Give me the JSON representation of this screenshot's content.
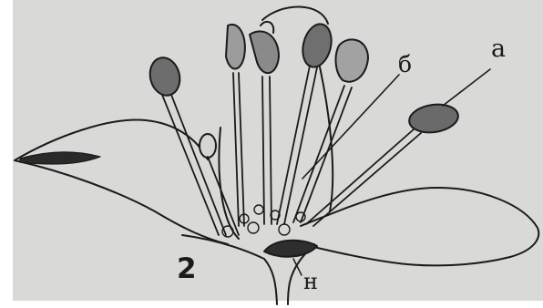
{
  "figure": {
    "number_label": "2",
    "labels": {
      "a": "а",
      "b": "б",
      "n": "н"
    },
    "colors": {
      "paper": "#d9d9d7",
      "ink": "#1b1b1b"
    }
  }
}
